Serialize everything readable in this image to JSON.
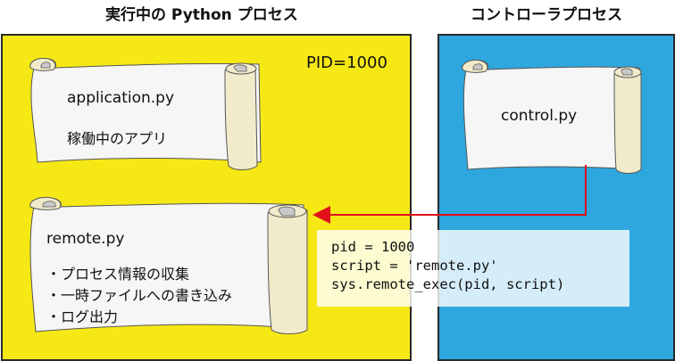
{
  "titles": {
    "left": "実行中の Python プロセス",
    "right": "コントローラプロセス"
  },
  "left_panel": {
    "pid_label": "PID=1000",
    "color": "#f6e815",
    "scroll_app": {
      "filename": "application.py",
      "description": "稼働中のアプリ"
    },
    "scroll_remote": {
      "filename": "remote.py",
      "bullets": [
        "・プロセス情報の収集",
        "・一時ファイルへの書き込み",
        "・ログ出力"
      ]
    }
  },
  "right_panel": {
    "color": "#2ea7df",
    "scroll_control": {
      "filename": "control.py"
    }
  },
  "arrow": {
    "from": "control.py",
    "to": "remote.py",
    "color": "#e0101b"
  },
  "code_box": {
    "lines": [
      "pid = 1000",
      "script = 'remote.py'",
      "sys.remote_exec(pid, script)"
    ]
  }
}
